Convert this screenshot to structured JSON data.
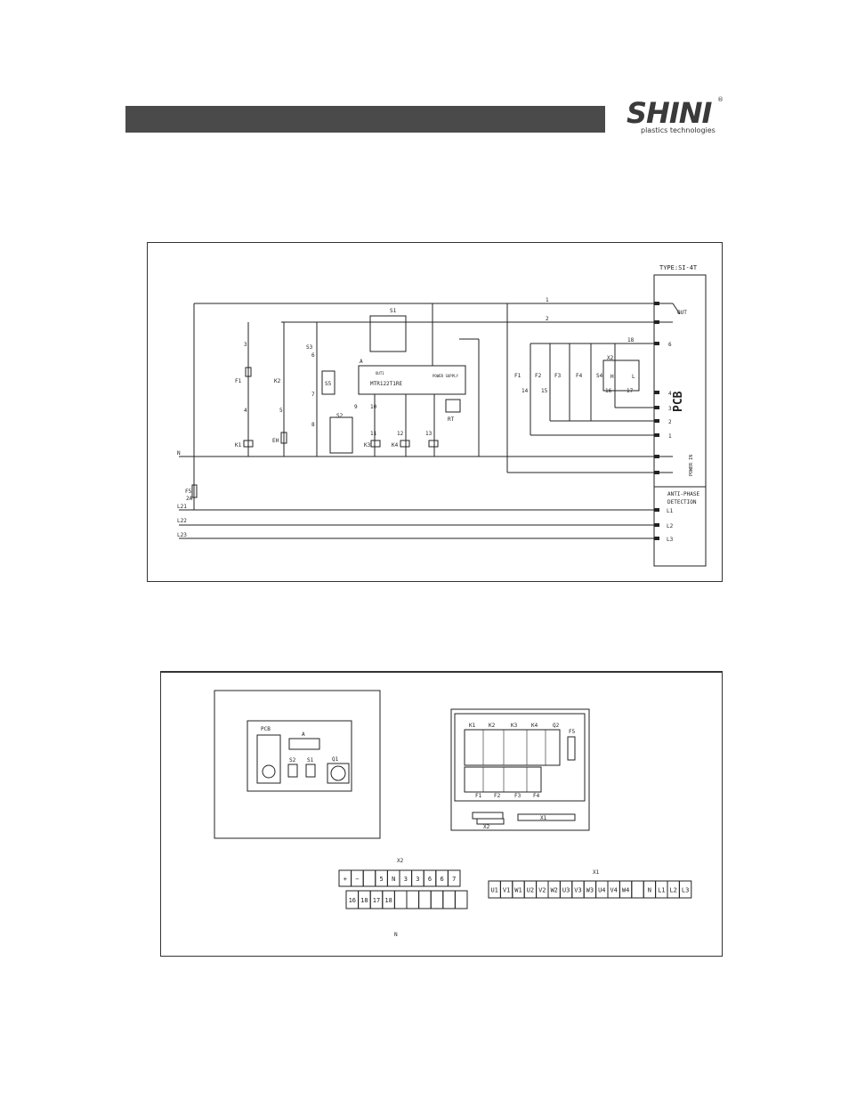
{
  "brand": {
    "name": "SHINI",
    "tagline": "plastics technologies",
    "reg": "®"
  },
  "schematic": {
    "type_label": "TYPE:SI-4T",
    "pcb_label": "PCB",
    "out_label": "OUT",
    "power_in_label": "POWER IN",
    "anti_phase": [
      "ANTI-PHASE",
      "DETECTION"
    ],
    "pcb_terminals_top": [
      "6",
      "4",
      "3",
      "2",
      "1"
    ],
    "phase_terms": [
      "L1",
      "L2",
      "L3"
    ],
    "left_lines": [
      "N",
      "L21",
      "L22",
      "L23"
    ],
    "fuse": [
      "F5",
      "2A"
    ],
    "s1": "S1",
    "s2": "S2",
    "s3": "S3",
    "s5": "S5",
    "a_label": "A",
    "module_label": "MTR122T1RE",
    "power_supply": "POWER SUPPLY",
    "out1": "OUT1",
    "rt": "RT",
    "k1": "K1",
    "k2": "K2",
    "k3": "K3",
    "k4": "K4",
    "f1": "F1",
    "f2": "F2",
    "f3": "F3",
    "f4": "F4",
    "s4": "S4",
    "eh": "EH",
    "x2": "X2",
    "h": "H",
    "l": "L",
    "wire_numbers": [
      "1",
      "2",
      "3",
      "4",
      "5",
      "6",
      "7",
      "8",
      "9",
      "10",
      "11",
      "12",
      "13",
      "14",
      "15",
      "16",
      "17",
      "18"
    ]
  },
  "layout_drawing": {
    "pcb": "PCB",
    "a": "A",
    "s2": "S2",
    "s1": "S1",
    "q1": "Q1",
    "contactors": [
      "K1",
      "K2",
      "K3",
      "K4",
      "Q2",
      "F5"
    ],
    "relays": [
      "F1",
      "F2",
      "F3",
      "F4"
    ],
    "x1": "X1",
    "x2": "X2",
    "x2_top": [
      "+",
      "−",
      "",
      "5",
      "N",
      "3",
      "3",
      "6",
      "6",
      "7"
    ],
    "x2_bottom": [
      "16",
      "18",
      "17",
      "18",
      "",
      "",
      "",
      "",
      "",
      ""
    ],
    "x1_terms": [
      "U1",
      "V1",
      "W1",
      "U2",
      "V2",
      "W2",
      "U3",
      "V3",
      "W3",
      "U4",
      "V4",
      "W4",
      "",
      "N",
      "L1",
      "L2",
      "L3"
    ],
    "n_label": "N"
  }
}
